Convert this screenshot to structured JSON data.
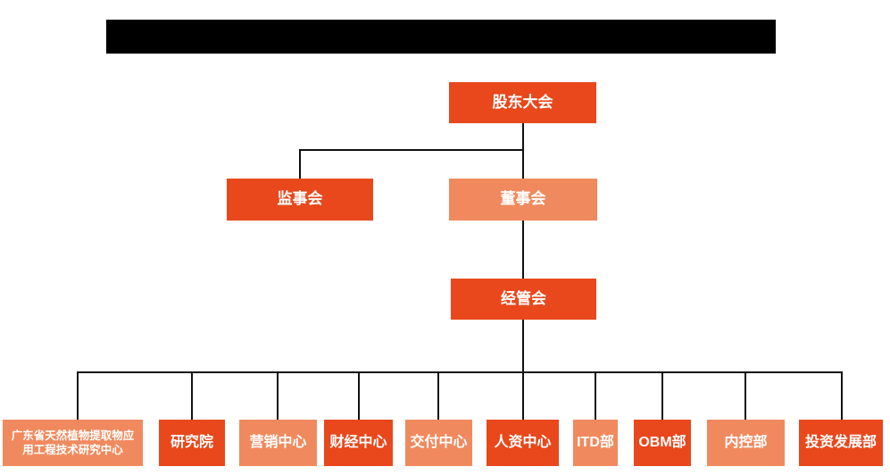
{
  "colors": {
    "node_dark": "#e8481c",
    "node_light": "#f08a5e",
    "line": "#111111",
    "text": "#ffffff",
    "background": "#ffffff"
  },
  "org": {
    "level1": {
      "label": "股东大会",
      "variant": "dark"
    },
    "level2": [
      {
        "label": "监事会",
        "variant": "dark"
      },
      {
        "label": "董事会",
        "variant": "light"
      }
    ],
    "level3": {
      "label": "经管会",
      "variant": "dark"
    },
    "departments": [
      {
        "label": "广东省天然植物提取物应用工程技术研究中心",
        "variant": "light"
      },
      {
        "label": "研究院",
        "variant": "dark"
      },
      {
        "label": "营销中心",
        "variant": "light"
      },
      {
        "label": "财经中心",
        "variant": "dark"
      },
      {
        "label": "交付中心",
        "variant": "light"
      },
      {
        "label": "人资中心",
        "variant": "dark"
      },
      {
        "label": "ITD部",
        "variant": "light"
      },
      {
        "label": "OBM部",
        "variant": "dark"
      },
      {
        "label": "内控部",
        "variant": "light"
      },
      {
        "label": "投资发展部",
        "variant": "dark"
      }
    ]
  }
}
